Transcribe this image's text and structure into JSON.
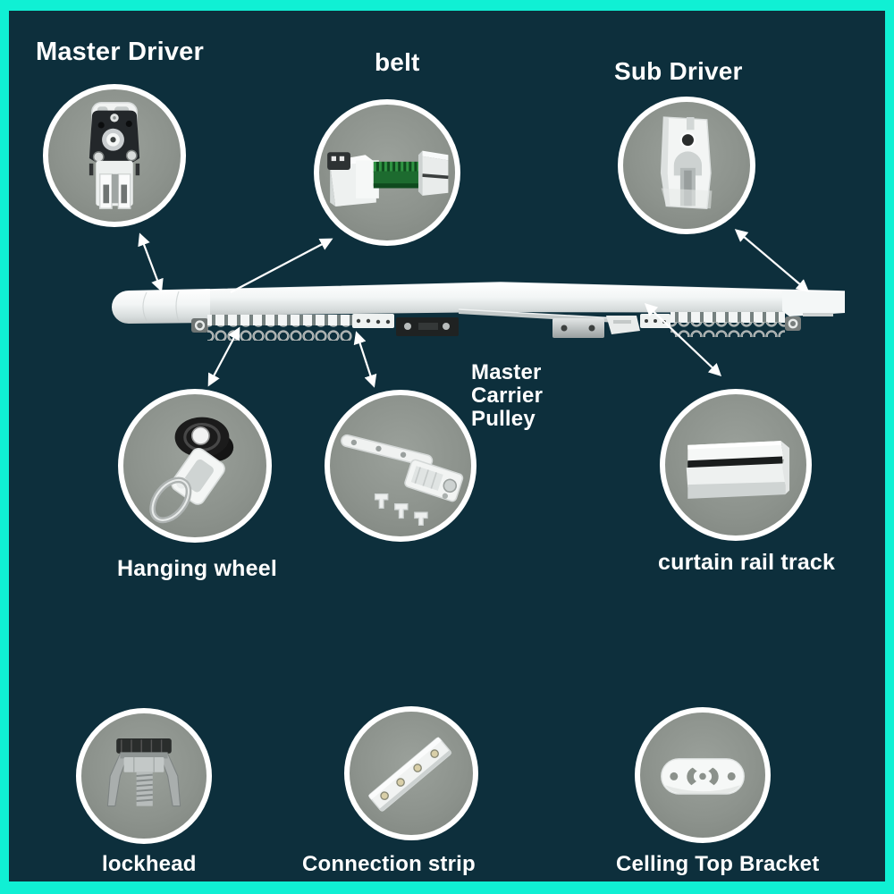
{
  "colors": {
    "frame_accent": "#10f0d4",
    "background": "#0d2f3c",
    "circle_fill": "#8f948f",
    "circle_ring": "#ffffff",
    "arrow": "#ffffff",
    "label_text": "#ffffff",
    "belt_green": "#1d6b2f"
  },
  "parts": {
    "master_driver": {
      "label": "Master Driver"
    },
    "belt": {
      "label": "belt"
    },
    "sub_driver": {
      "label": "Sub Driver"
    },
    "master_carrier_pulley": {
      "label": "Master Carrier Pulley"
    },
    "hanging_wheel": {
      "label": "Hanging wheel"
    },
    "curtain_rail_track": {
      "label": "curtain rail track"
    },
    "lockhead": {
      "label": "lockhead"
    },
    "connection_strip": {
      "label": "Connection strip"
    },
    "celling_top_bracket": {
      "label": "Celling Top Bracket"
    }
  }
}
